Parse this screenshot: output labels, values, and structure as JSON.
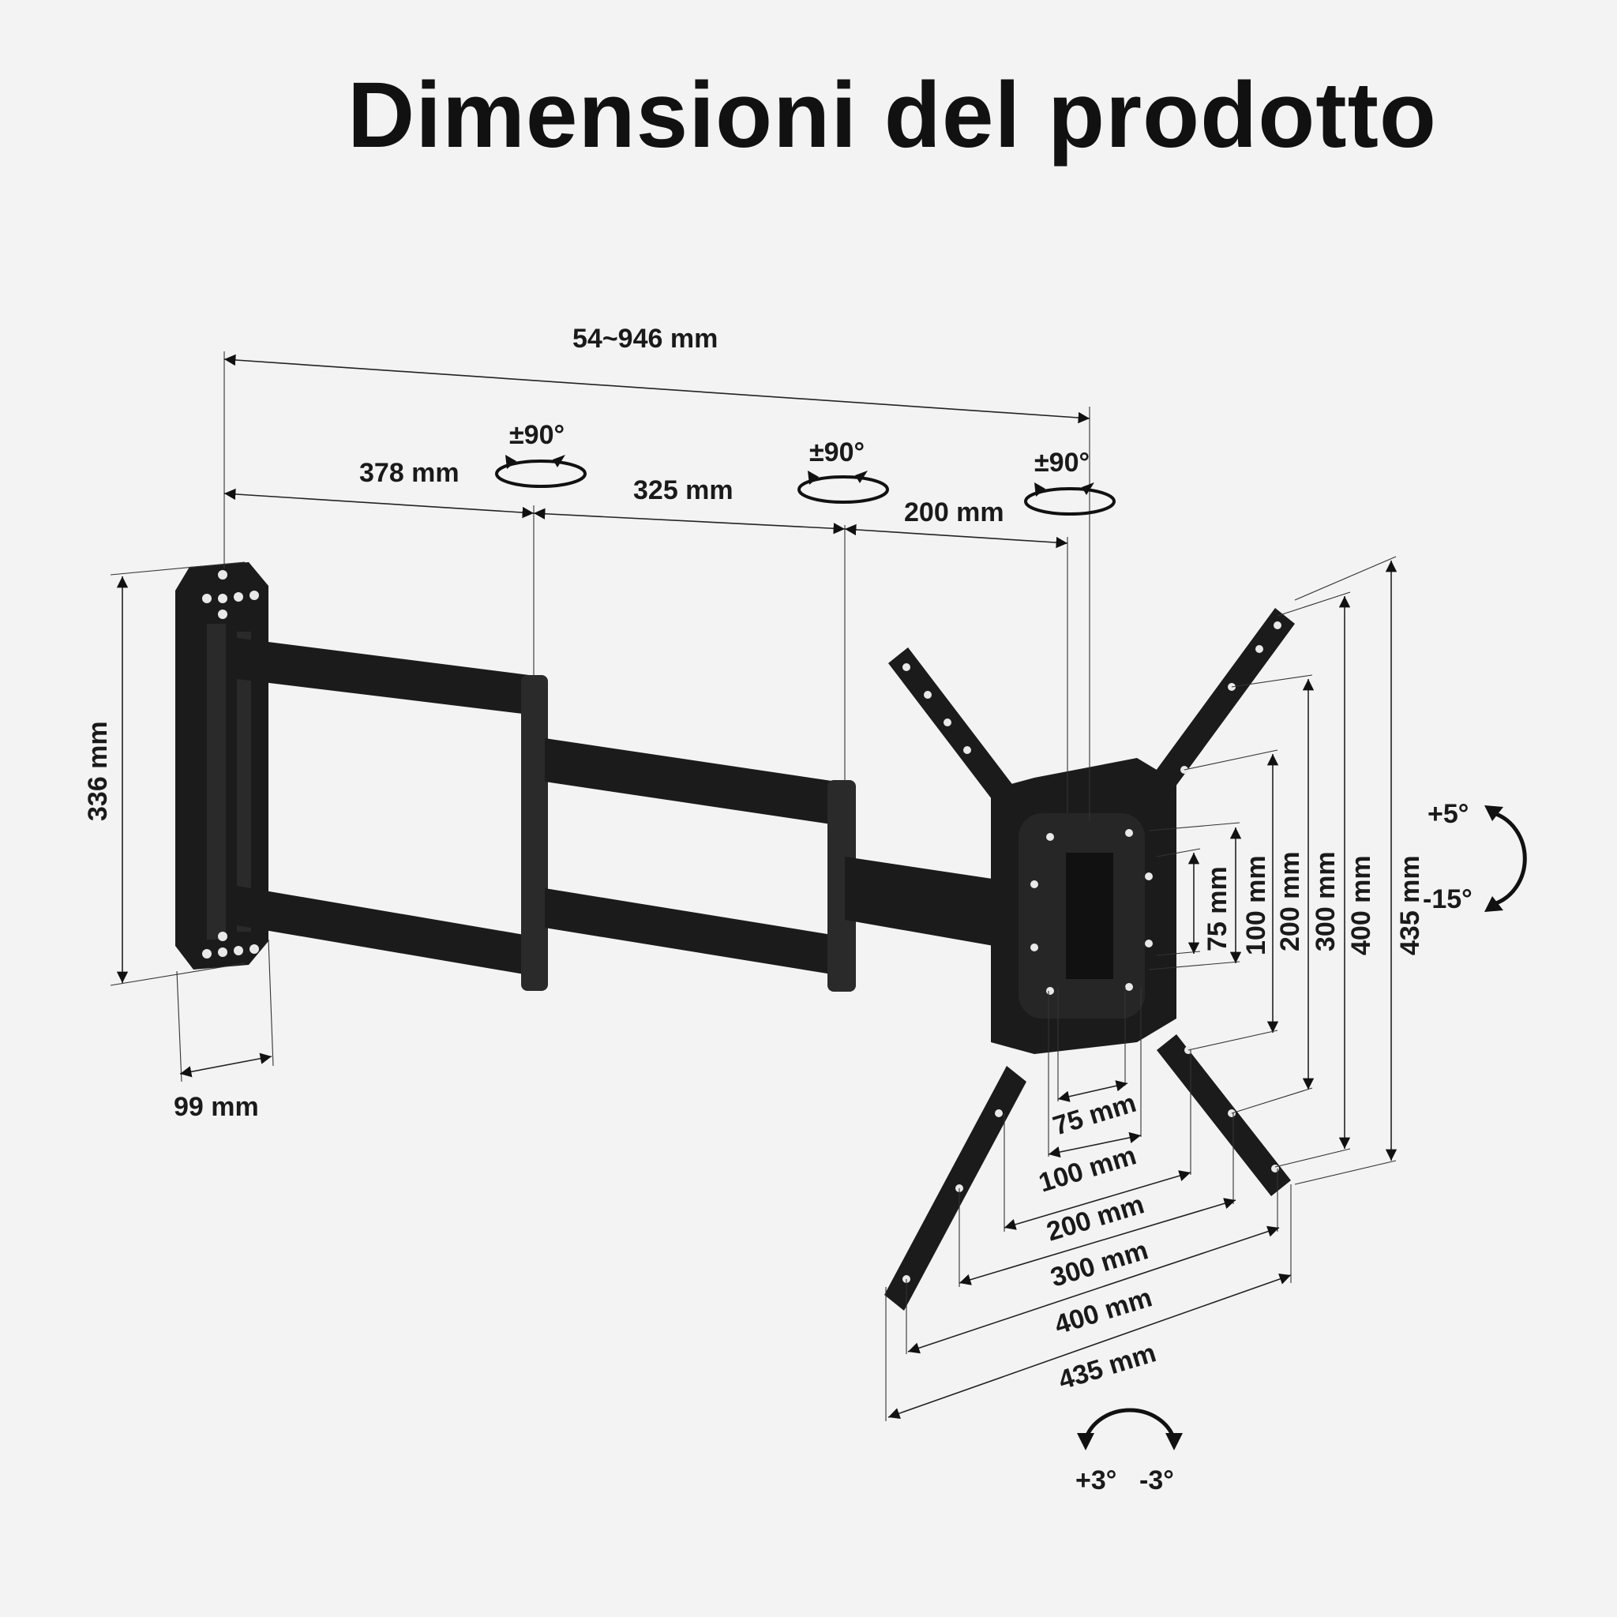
{
  "title": "Dimensioni del prodotto",
  "dimensions": {
    "total_extension": "54~946 mm",
    "arm1": "378 mm",
    "arm2": "325 mm",
    "arm3": "200 mm",
    "wall_plate_height": "336 mm",
    "wall_plate_depth": "99 mm",
    "vesa_v75": "75 mm",
    "vesa_v100": "100 mm",
    "vesa_v200": "200 mm",
    "vesa_v300": "300 mm",
    "vesa_v400": "400 mm",
    "height_total": "435 mm",
    "vesa_h75": "75 mm",
    "vesa_h100": "100 mm",
    "vesa_h200": "200 mm",
    "vesa_h300": "300 mm",
    "vesa_h400": "400 mm",
    "width_total": "435 mm"
  },
  "swivel": {
    "joint1": "±90°",
    "joint2": "±90°",
    "joint3": "±90°"
  },
  "tilt": {
    "up": "+5°",
    "down": "-15°"
  },
  "rotation": {
    "left": "+3°",
    "right": "-3°"
  }
}
